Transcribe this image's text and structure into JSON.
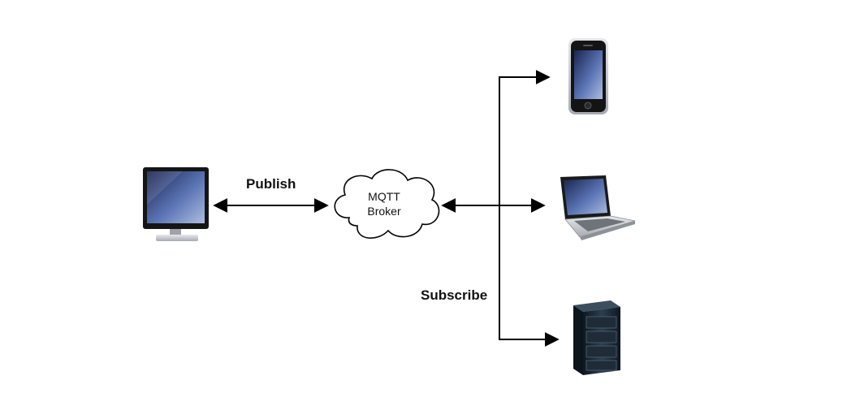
{
  "labels": {
    "publish": "Publish",
    "subscribe": "Subscribe"
  },
  "broker": {
    "line1": "MQTT",
    "line2": "Broker"
  },
  "nodes": {
    "publisher": "monitor-icon",
    "subscribers": [
      "smartphone-icon",
      "laptop-icon",
      "server-rack-icon"
    ]
  },
  "colors": {
    "line": "#000000",
    "screen_dark": "#1b2a5a",
    "screen_light": "#8fa6d6",
    "bezel": "#1a1a1a",
    "silver": "#c9ccd1"
  }
}
